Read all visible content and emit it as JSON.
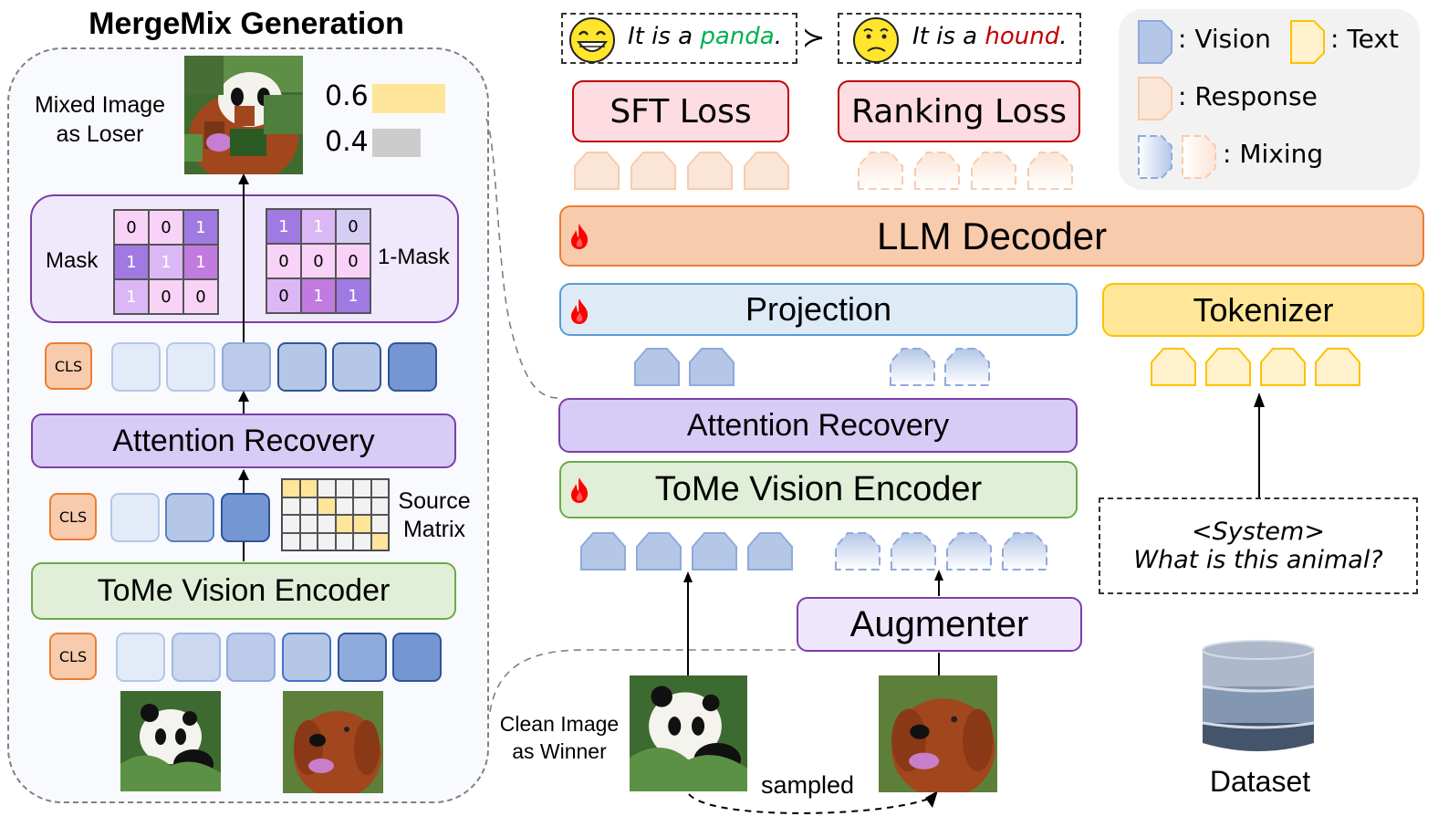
{
  "left_panel": {
    "title": "MergeMix Generation",
    "mixed_image_label_line1": "Mixed Image",
    "mixed_image_label_line2": "as Loser",
    "mix_ratios": [
      {
        "value": "0.6",
        "color": "#fee599"
      },
      {
        "value": "0.4",
        "color": "#cccccc"
      }
    ],
    "mask_block": {
      "mask_label": "Mask",
      "inverse_label": "1-Mask",
      "mask": [
        [
          "0",
          "0",
          "1"
        ],
        [
          "1",
          "1",
          "1"
        ],
        [
          "1",
          "0",
          "0"
        ]
      ],
      "inverse_mask": [
        [
          "1",
          "1",
          "0"
        ],
        [
          "0",
          "0",
          "0"
        ],
        [
          "0",
          "1",
          "1"
        ]
      ]
    },
    "cls_label": "CLS",
    "attention_recovery_label": "Attention Recovery",
    "source_matrix_label_line1": "Source",
    "source_matrix_label_line2": "Matrix",
    "source_matrix": [
      [
        1,
        1,
        0,
        0,
        0,
        0
      ],
      [
        0,
        0,
        1,
        0,
        0,
        0
      ],
      [
        0,
        0,
        0,
        1,
        1,
        0
      ],
      [
        0,
        0,
        0,
        0,
        0,
        1
      ]
    ],
    "encoder_label": "ToMe Vision Encoder",
    "input_images": [
      "panda",
      "dog"
    ]
  },
  "responses": {
    "winner": {
      "prefix": "It is a ",
      "word": "panda",
      "suffix": ".",
      "word_color": "#00b050",
      "emoji": "grinning-face"
    },
    "comparator": "≻",
    "loser": {
      "prefix": "It is a ",
      "word": "hound",
      "suffix": ".",
      "word_color": "#c00000",
      "emoji": "frowning-face"
    }
  },
  "losses": {
    "sft": "SFT Loss",
    "ranking": "Ranking Loss"
  },
  "model": {
    "llm_decoder": "LLM Decoder",
    "projection": "Projection",
    "tokenizer": "Tokenizer",
    "attention_recovery": "Attention Recovery",
    "encoder": "ToMe Vision Encoder",
    "augmenter": "Augmenter"
  },
  "legend": {
    "vision": ": Vision",
    "text": ": Text",
    "response": ": Response",
    "mixing": ": Mixing"
  },
  "query": {
    "line1": "<System>",
    "line2": "What is this animal?"
  },
  "winner_image_label_line1": "Clean Image",
  "winner_image_label_line2": "as Winner",
  "sampled_label": "sampled",
  "dataset_label": "Dataset",
  "colors": {
    "vision_fill": "#b4c7e7",
    "vision_stroke": "#8faadc",
    "text_fill": "#fff2cc",
    "text_stroke": "#ffc000",
    "response_fill": "#fbe5d6",
    "response_stroke": "#f8cbad",
    "llm_fill": "#f8cbad",
    "llm_stroke": "#ed7d31",
    "projection_fill": "#deebf7",
    "projection_stroke": "#5b9bd5",
    "tokenizer_fill": "#ffe699",
    "tokenizer_stroke": "#ffc000",
    "flame": "#ff0000"
  }
}
